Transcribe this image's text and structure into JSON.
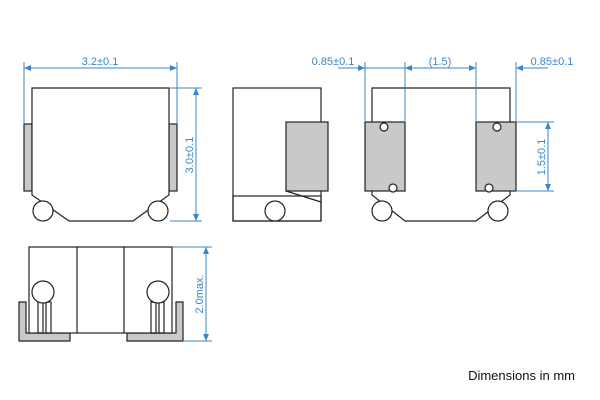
{
  "dimensions": {
    "top_width": "3.2±0.1",
    "top_height": "3.0±0.1",
    "side_height": "2.0max.",
    "pad_width_left": "0.85±0.1",
    "pad_gap": "(1.5)",
    "pad_width_right": "0.85±0.1",
    "pad_height": "1.5±0.1"
  },
  "note": "Dimensions in mm",
  "colors": {
    "dimension": "#3a86c8",
    "outline": "#222222",
    "pad": "#c9c9c9"
  }
}
